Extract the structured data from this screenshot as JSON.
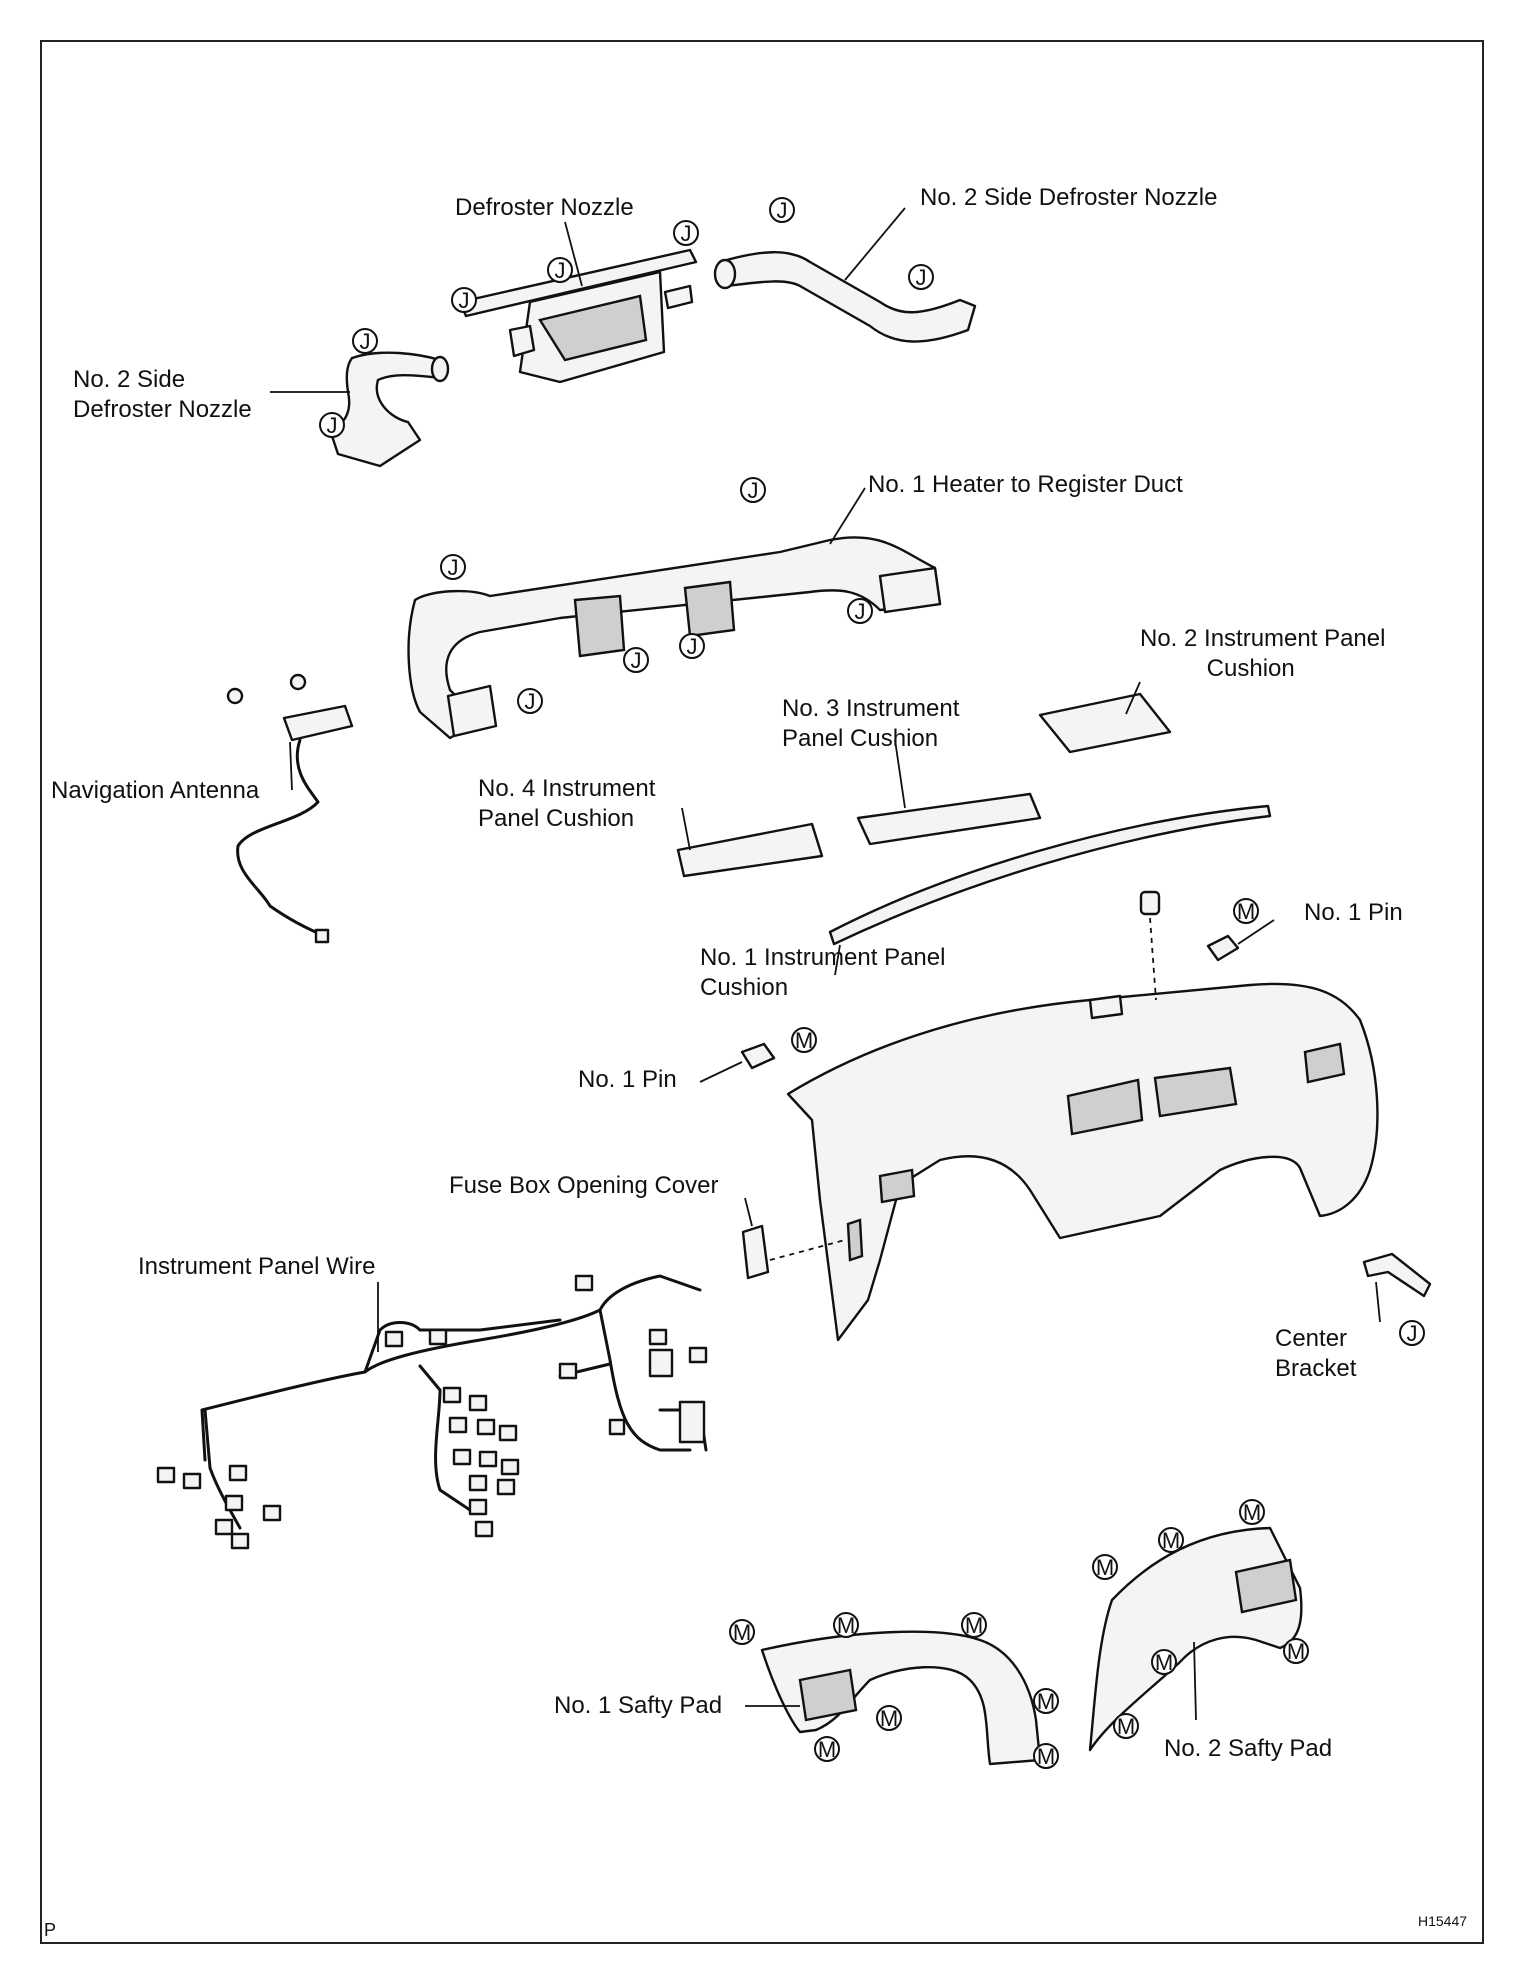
{
  "labels": {
    "defroster_nozzle": "Defroster Nozzle",
    "no2_side_defroster_right": "No. 2 Side Defroster Nozzle",
    "no2_side_defroster_left": "No. 2 Side\nDefroster Nozzle",
    "no1_heater_duct": "No. 1 Heater to Register Duct",
    "no2_ip_cushion": "No. 2 Instrument Panel\n          Cushion",
    "no3_ip_cushion": "No. 3 Instrument\nPanel Cushion",
    "no4_ip_cushion": "No. 4 Instrument\nPanel Cushion",
    "navigation_antenna": "Navigation Antenna",
    "no1_ip_cushion": "No. 1 Instrument Panel\nCushion",
    "no1_pin_right": "No. 1 Pin",
    "no1_pin_left": "No. 1 Pin",
    "fuse_box_cover": "Fuse Box Opening Cover",
    "instrument_panel_wire": "Instrument Panel Wire",
    "center_bracket": "Center\nBracket",
    "no1_safty_pad": "No. 1 Safty Pad",
    "no2_safty_pad": "No. 2 Safty Pad"
  },
  "callouts": {
    "J": "J",
    "M": "M"
  },
  "footer": {
    "page_mark": "P",
    "figure_id": "H15447"
  }
}
